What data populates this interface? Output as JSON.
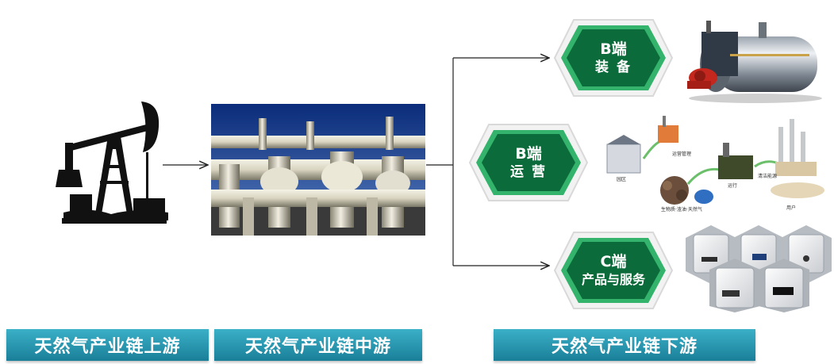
{
  "stages": {
    "upstream": "天然气产业链上游",
    "midstream": "天然气产业链中游",
    "downstream": "天然气产业链下游"
  },
  "branches": [
    {
      "line1": "B端",
      "line2": "装 备"
    },
    {
      "line1": "B端",
      "line2": "运 营"
    },
    {
      "line1": "C端",
      "line2": "产品与服务"
    }
  ],
  "colors": {
    "hex_fill": "#0c6b3a",
    "hex_border": "#33b36b",
    "label_bar": "#2496b0"
  }
}
